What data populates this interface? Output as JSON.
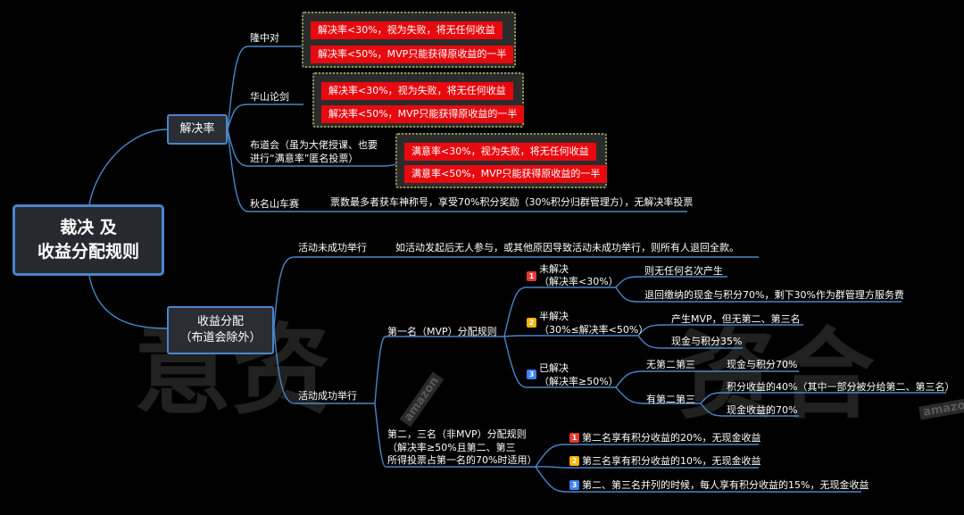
{
  "root": {
    "line1": "裁决 及",
    "line2": "收益分配规则"
  },
  "branch_jjl": {
    "label": "解决率",
    "lzd": {
      "label": "隆中对",
      "rule1": "解决率<30%，视为失败，将无任何收益",
      "rule2": "解决率<50%，MVP只能获得原收益的一半"
    },
    "hslj": {
      "label": "华山论剑",
      "rule1": "解决率<30%，视为失败，将无任何收益",
      "rule2": "解决率<50%，MVP只能获得原收益的一半"
    },
    "bdh": {
      "line1": "布道会（虽为大佬授课、也要",
      "line2": "进行“满意率”匿名投票）",
      "rule1": "满意率<30%，视为失败，将无任何收益",
      "rule2": "满意率<50%，MVP只能获得原收益的一半"
    },
    "qmss": {
      "label": "秋名山车赛",
      "rule": "票数最多者获车神称号，享受70%积分奖励（30%积分归群管理方），无解决率投票"
    }
  },
  "branch_syfp": {
    "line1": "收益分配",
    "line2": "（布道会除外）",
    "fail": {
      "label": "活动未成功举行",
      "desc": "如活动发起后无人参与，或其他原因导致活动未成功举行，则所有人退回全款。"
    },
    "success": {
      "label": "活动成功举行",
      "first": {
        "label": "第一名（MVP）分配规则",
        "c1": {
          "badge": "1",
          "line1": "未解决",
          "line2": "（解决率<30%）",
          "r1": "则无任何名次产生",
          "r2": "退回缴纳的现金与积分70%，剩下30%作为群管理方服务费"
        },
        "c2": {
          "badge": "2",
          "line1": "半解决",
          "line2": "（30%≤解决率<50%）",
          "r1": "产生MVP，但无第二、第三名",
          "r2": "现金与积分35%"
        },
        "c3": {
          "badge": "3",
          "line1": "已解决",
          "line2": "（解决率≥50%）",
          "no23": {
            "label": "无第二第三",
            "r": "现金与积分70%"
          },
          "has23": {
            "label": "有第二第三",
            "r1": "积分收益的40%（其中一部分被分给第二、第三名）",
            "r2": "现金收益的70%"
          }
        }
      },
      "second": {
        "line1": "第二，三名（非MVP）分配规则",
        "line2": "（解决率≥50%且第二、第三",
        "line3": "所得投票占第一名的70%时适用）",
        "r1": {
          "badge": "1",
          "text": "第二名享有积分收益的20%，无现金收益"
        },
        "r2": {
          "badge": "2",
          "text": "第三名享有积分收益的10%，无现金收益"
        },
        "r3": {
          "badge": "3",
          "text": "第二、第三名并列的时候，每人享有积分收益的15%，无现金收益"
        }
      }
    }
  },
  "watermark": {
    "text_left": "意资",
    "text_right": "资合",
    "tag": "amazon"
  },
  "colors": {
    "line": "#4a86c8",
    "rule_red": "#e8090f",
    "group_border": "#8f9a4f",
    "badge1": "#e53a2f",
    "badge2": "#f4b400",
    "badge3": "#3b82f6"
  }
}
